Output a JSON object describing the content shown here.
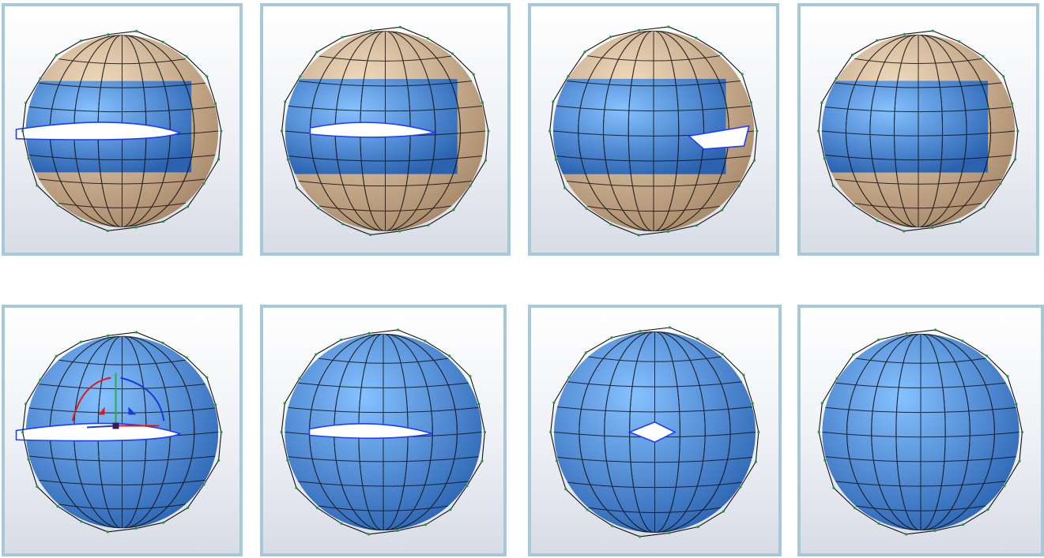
{
  "colors": {
    "frame_border": "#a7c8d8",
    "background_top": "#ffffff",
    "background_bottom": "#d8dce6",
    "skin_light": "#f3dcc0",
    "skin_dark": "#a88a6a",
    "blue_light": "#86c1ff",
    "blue_dark": "#2a62b0",
    "mesh_line": "#111111",
    "mesh_vertex": "#1c9a3a",
    "cut_edge": "#1d3cff",
    "manip_red": "#e01818",
    "manip_blue": "#1a3ad8",
    "manip_green": "#27b03a"
  },
  "panels": [
    {
      "id": "top-1",
      "sphere_style": "mixed",
      "hole": "wide-gap",
      "manipulator": false
    },
    {
      "id": "top-2",
      "sphere_style": "mixed",
      "hole": "narrow-gap",
      "manipulator": false
    },
    {
      "id": "top-3",
      "sphere_style": "mixed",
      "hole": "side-notch",
      "manipulator": false
    },
    {
      "id": "top-4",
      "sphere_style": "mixed",
      "hole": "closed",
      "manipulator": false
    },
    {
      "id": "bottom-1",
      "sphere_style": "blue",
      "hole": "wide-gap",
      "manipulator": true
    },
    {
      "id": "bottom-2",
      "sphere_style": "blue",
      "hole": "narrow-gap",
      "manipulator": false
    },
    {
      "id": "bottom-3",
      "sphere_style": "blue",
      "hole": "small-hole",
      "manipulator": false
    },
    {
      "id": "bottom-4",
      "sphere_style": "blue",
      "hole": "closed",
      "manipulator": false
    }
  ]
}
